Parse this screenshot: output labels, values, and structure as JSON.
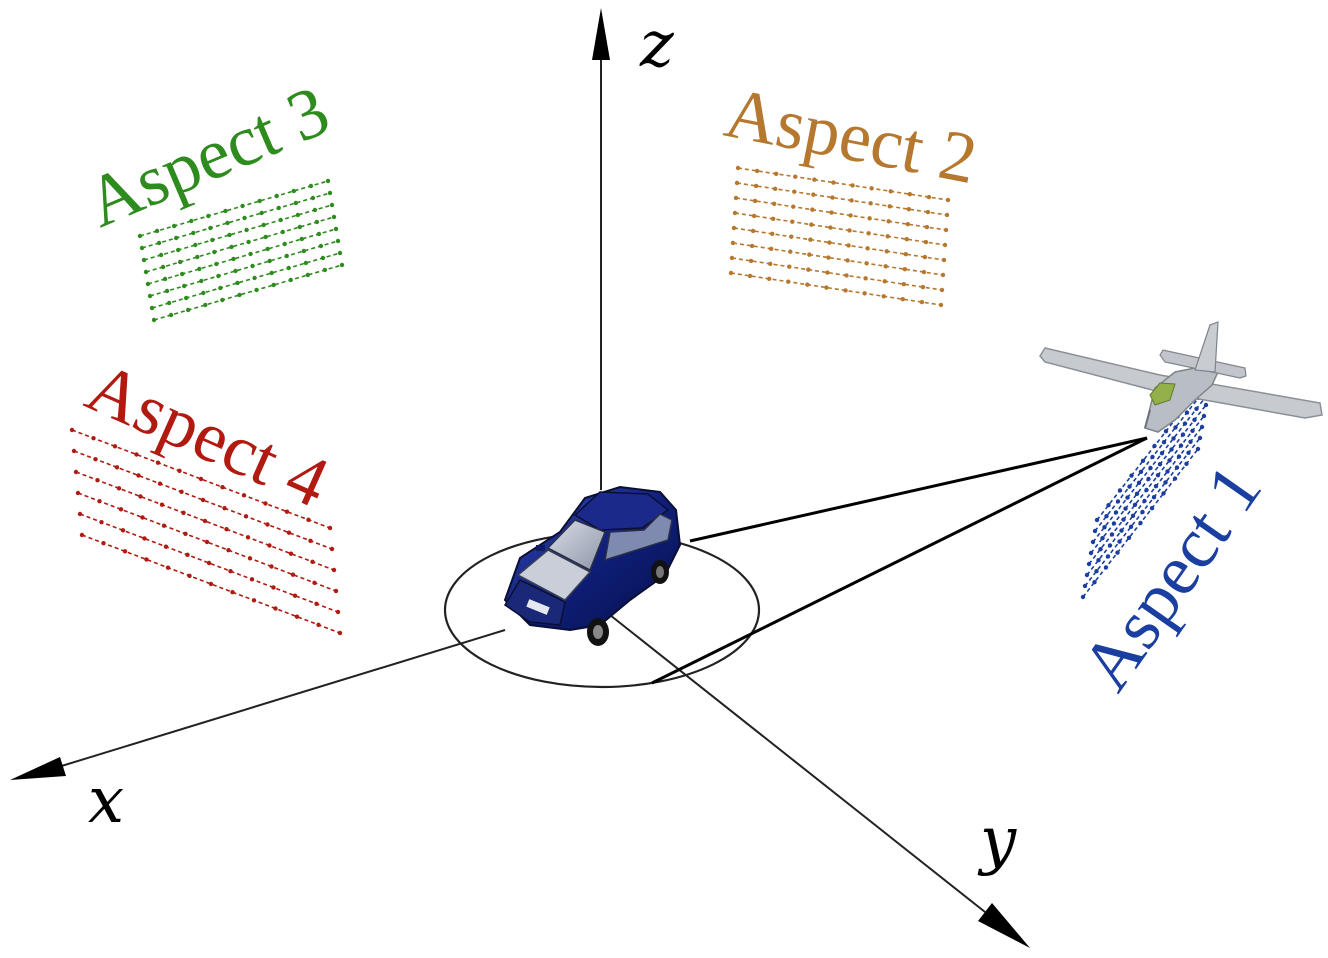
{
  "axes": {
    "x_label": "x",
    "y_label": "y",
    "z_label": "z"
  },
  "aspects": [
    {
      "label": "Aspect 1",
      "color": "#1a3fa0"
    },
    {
      "label": "Aspect 2",
      "color": "#b5782e"
    },
    {
      "label": "Aspect 3",
      "color": "#2e8b1e"
    },
    {
      "label": "Aspect 4",
      "color": "#b01a10"
    }
  ],
  "icons": {
    "target": "car-icon",
    "platform": "airplane-icon"
  }
}
